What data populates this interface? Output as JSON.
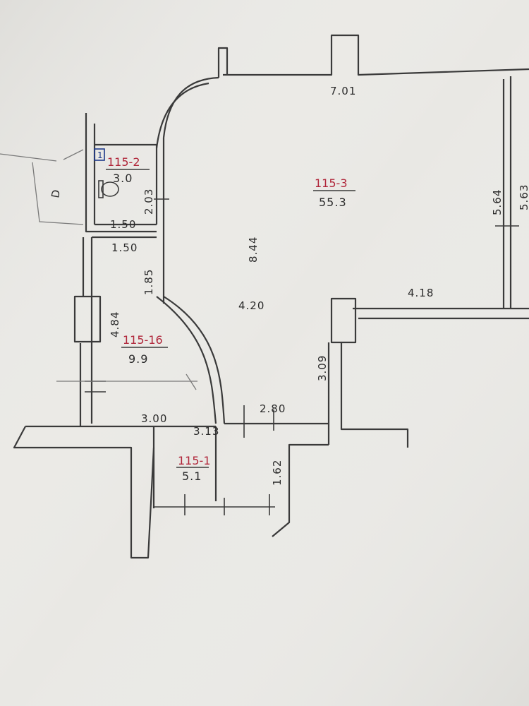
{
  "rooms": {
    "r2": {
      "number": "115-2",
      "area": "3.0"
    },
    "r3": {
      "number": "115-3",
      "area": "55.3"
    },
    "r16": {
      "number": "115-16",
      "area": "9.9"
    },
    "r1": {
      "number": "115-1",
      "area": "5.1"
    }
  },
  "dimensions": {
    "top": "7.01",
    "right_inner": "5.64",
    "right_outer": "5.63",
    "wc_height": "2.03",
    "wc_width": "1.50",
    "hall_width": "1.50",
    "hall_depth": "1.85",
    "main_height": "8.44",
    "main_width": "4.20",
    "right_wing": "4.18",
    "column_depth": "3.09",
    "hall_height": "4.84",
    "bottom_left": "3.00",
    "bottom_right": "2.80",
    "entry_width": "3.13",
    "entry_depth": "1.62"
  },
  "marks": {
    "wc_box": "1",
    "door_d": "D"
  },
  "colors": {
    "paper": "#e9e8e4",
    "ink": "#3a3a3a",
    "room_number": "#b0263a"
  }
}
